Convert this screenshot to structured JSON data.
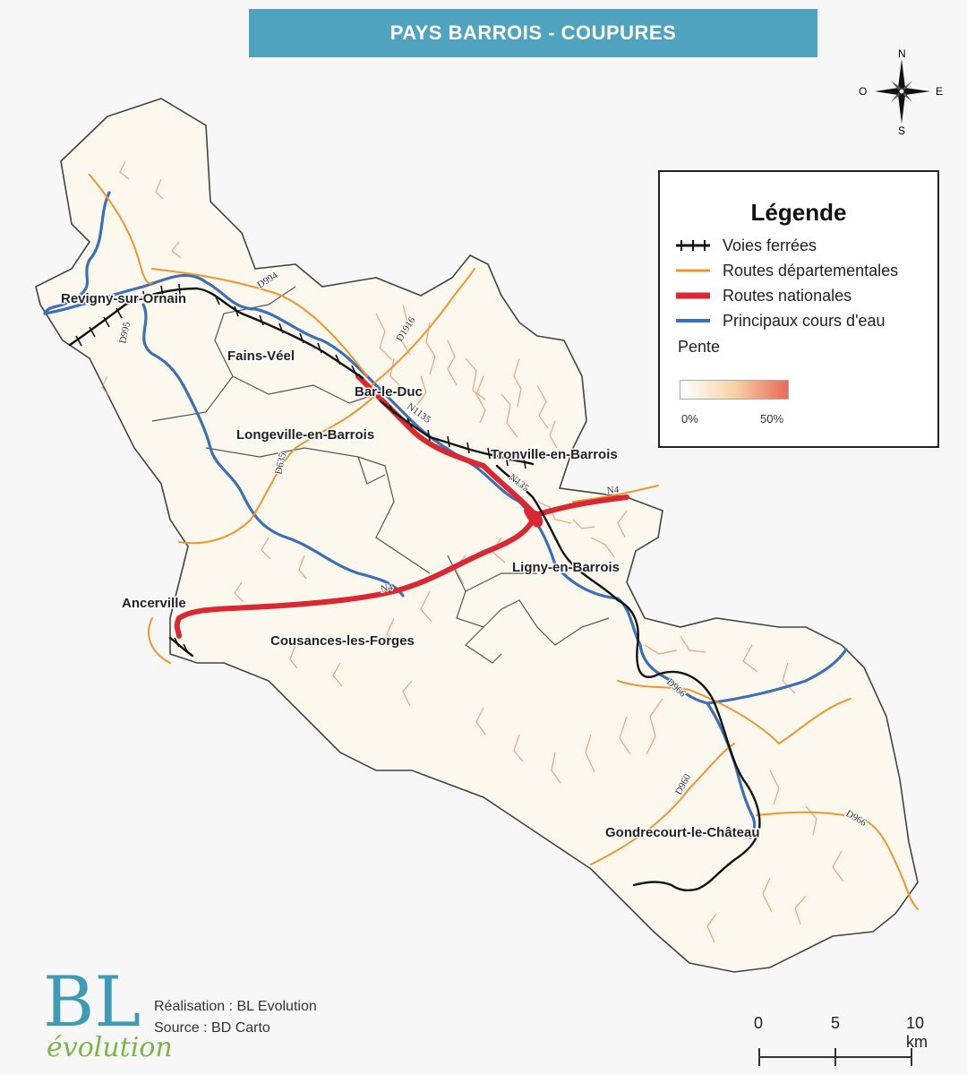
{
  "title": "PAYS BARROIS - COUPURES",
  "legend": {
    "title": "Légende",
    "items": [
      {
        "label": "Voies ferrées",
        "type": "rail",
        "color": "#111111"
      },
      {
        "label": "Routes départementales",
        "type": "dept-road",
        "color": "#f0952e"
      },
      {
        "label": "Routes nationales",
        "type": "nat-road",
        "color": "#d92832"
      },
      {
        "label": "Principaux cours d'eau",
        "type": "river",
        "color": "#3b6fb6"
      }
    ],
    "pente": {
      "label": "Pente",
      "min_label": "0%",
      "max_label": "50%"
    }
  },
  "compass": {
    "n": "N",
    "s": "S",
    "e": "E",
    "w": "O"
  },
  "places": {
    "revigny": "Revigny-sur-Ornain",
    "fains": "Fains-Véel",
    "bar": "Bar-le-Duc",
    "longeville": "Longeville-en-Barrois",
    "tronville": "Tronville-en-Barrois",
    "ligny": "Ligny-en-Barrois",
    "ancerville": "Ancerville",
    "cousances": "Cousances-les-Forges",
    "gondrecourt": "Gondrecourt-le-Château"
  },
  "road_labels": {
    "d994": "D994",
    "d1916": "D1916",
    "d995": "D995",
    "n1135": "N1135",
    "n135": "N135",
    "d635": "D635",
    "n4_east": "N4",
    "n4_west": "N4",
    "d966_mid": "D966",
    "d966_east": "D966",
    "d960": "D960"
  },
  "credits": {
    "line1": "Réalisation : BL Evolution",
    "line2": "Source : BD Carto"
  },
  "logo": {
    "main": "BL",
    "sub": "évolution",
    "main_color": "#3d9bb5",
    "sub_color": "#7ab648"
  },
  "scale": {
    "t0": "0",
    "t1": "5",
    "t2": "10 km"
  },
  "colors": {
    "title_bg": "#4fa3bf",
    "territory": "#fdf8ee",
    "slope": "#e8855c",
    "boundary": "#444444"
  }
}
